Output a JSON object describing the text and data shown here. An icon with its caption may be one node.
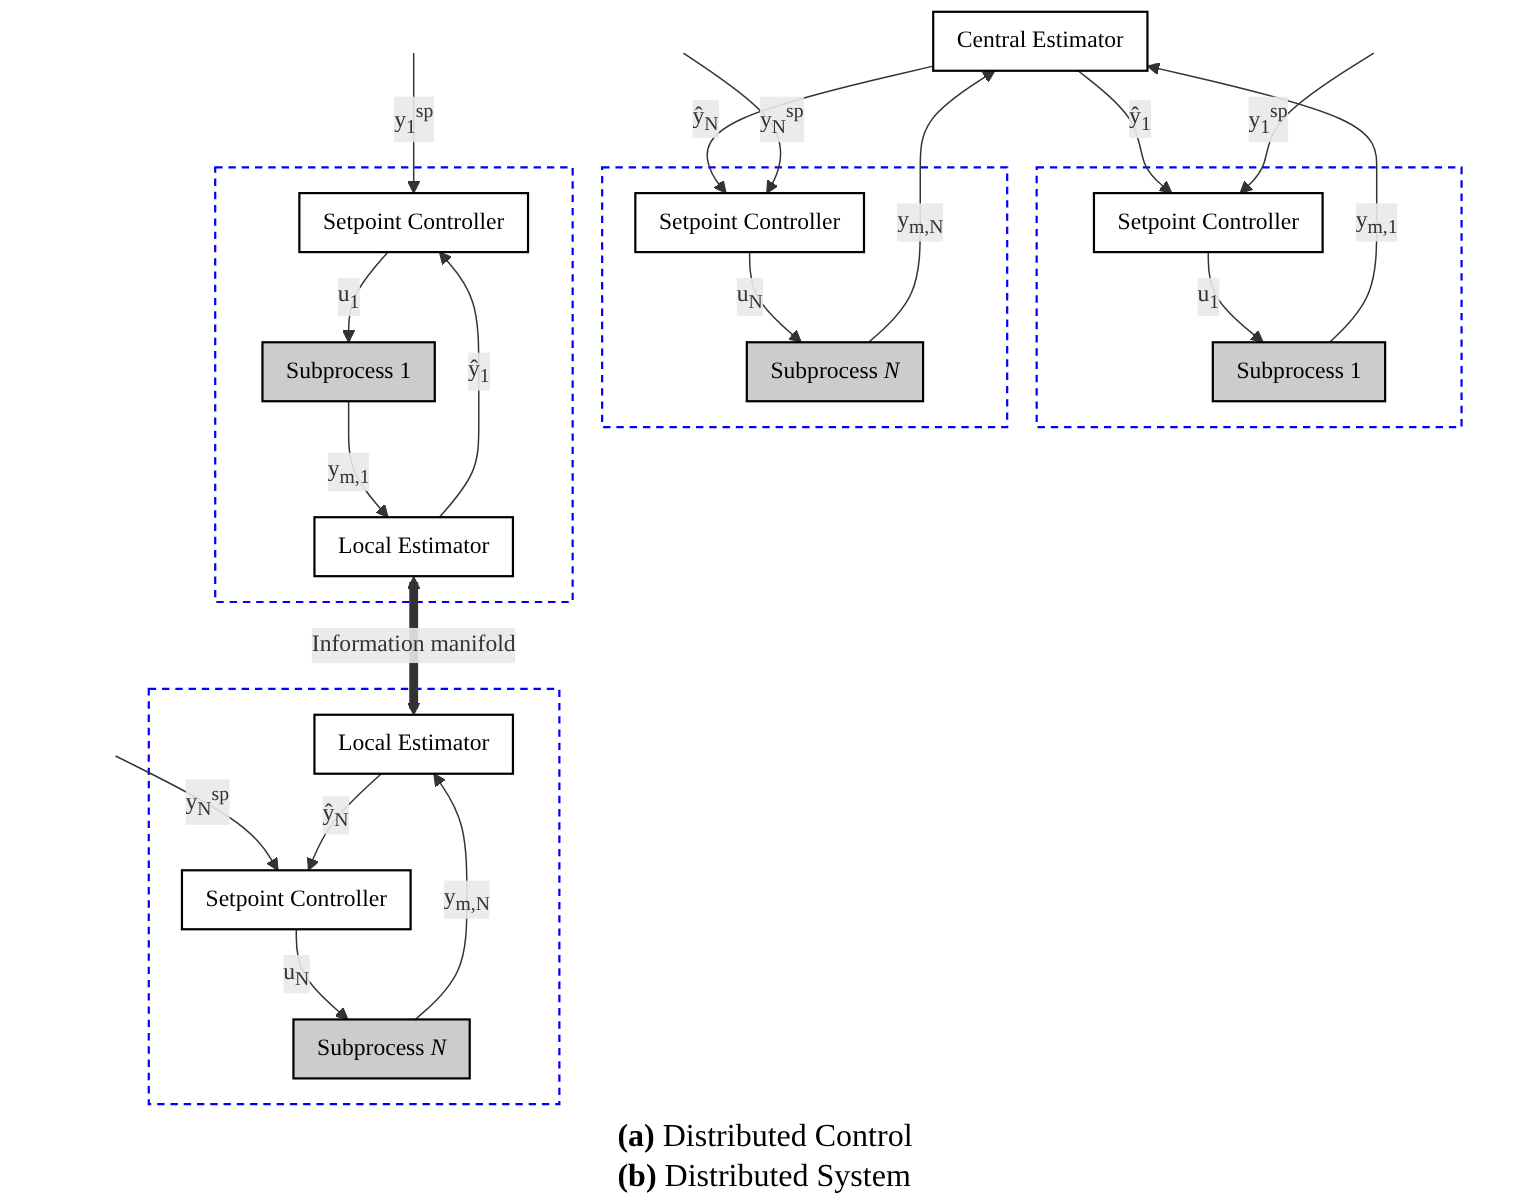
{
  "diagram": {
    "nodes": [
      {
        "text": [
          "Central Estimator"
        ]
      },
      {
        "text": [],
        "shape": "box"
      },
      {
        "text": [
          "Setpoint Controller"
        ],
        "in": 1
      },
      {
        "text": [
          "Subprocess 1"
        ],
        "in": 1
      },
      {
        "text": [],
        "shape": "box"
      },
      {
        "text": [
          "Setpoint Controller"
        ],
        "in": 4
      },
      {
        "text": [
          "Subprocess *N*"
        ],
        "in": 4
      },
      {
        "text": [],
        "shape": "box"
      },
      {
        "text": [
          "Setpoint Controller"
        ],
        "in": 7
      },
      {
        "text": [
          "Local Estimator"
        ],
        "in": 7
      },
      {
        "text": [
          "Subprocess 1"
        ],
        "in": 7
      },
      {
        "text": [],
        "shape": "box"
      },
      {
        "text": [
          "Setpoint Controller"
        ],
        "in": 11
      },
      {
        "text": [
          "Local Estimator"
        ],
        "in": 11
      },
      {
        "text": [
          "Subprocess *N*"
        ],
        "in": 11
      }
    ],
    "edges": [
      {
        "from": 0,
        "to": 2,
        "arrow": "to",
        "label": "ŷ$_{1}$"
      },
      {
        "from": 0,
        "to": 5,
        "arrow": "to",
        "label": "ŷ$_{N}$"
      },
      {
        "from": null,
        "to": 2,
        "arrow": "to",
        "label": "y$_{1}$$^{sp}$"
      },
      {
        "from": 2,
        "to": 3,
        "arrow": "to",
        "label": "u$_{1}$"
      },
      {
        "from": 3,
        "to": 0,
        "arrow": "to",
        "label": "y$_{m,1}$"
      },
      {
        "from": null,
        "to": 5,
        "arrow": "to",
        "label": "y$_{N}$$^{sp}$"
      },
      {
        "from": 5,
        "to": 6,
        "arrow": "to",
        "label": "u$_{N}$"
      },
      {
        "from": 6,
        "to": 0,
        "arrow": "to",
        "label": "y$_{m,N}$"
      },
      {
        "from": 9,
        "to": 13,
        "arrow": "both",
        "style": "thick",
        "label": "Information manifold"
      },
      {
        "from": null,
        "to": 8,
        "arrow": "to",
        "label": "y$_{1}$$^{sp}$"
      },
      {
        "from": 9,
        "to": 8,
        "arrow": "to",
        "label": "ŷ$_{1}$"
      },
      {
        "from": 8,
        "to": 10,
        "arrow": "to",
        "label": "u$_{1}$"
      },
      {
        "from": 10,
        "to": 9,
        "arrow": "to",
        "label": "y$_{m,1}$"
      },
      {
        "from": null,
        "to": 12,
        "arrow": "to",
        "label": "y$_{N}$$^{sp}$"
      },
      {
        "from": 13,
        "to": 12,
        "arrow": "to",
        "label": "ŷ$_{N}$"
      },
      {
        "from": 12,
        "to": 14,
        "arrow": "to",
        "label": "u$_{N}$"
      },
      {
        "from": 14,
        "to": 13,
        "arrow": "to",
        "label": "y$_{m,N}$"
      }
    ],
    "labels": [
      "**(a)** Distributed Control",
      "**(b)** Distributed System"
    ]
  }
}
